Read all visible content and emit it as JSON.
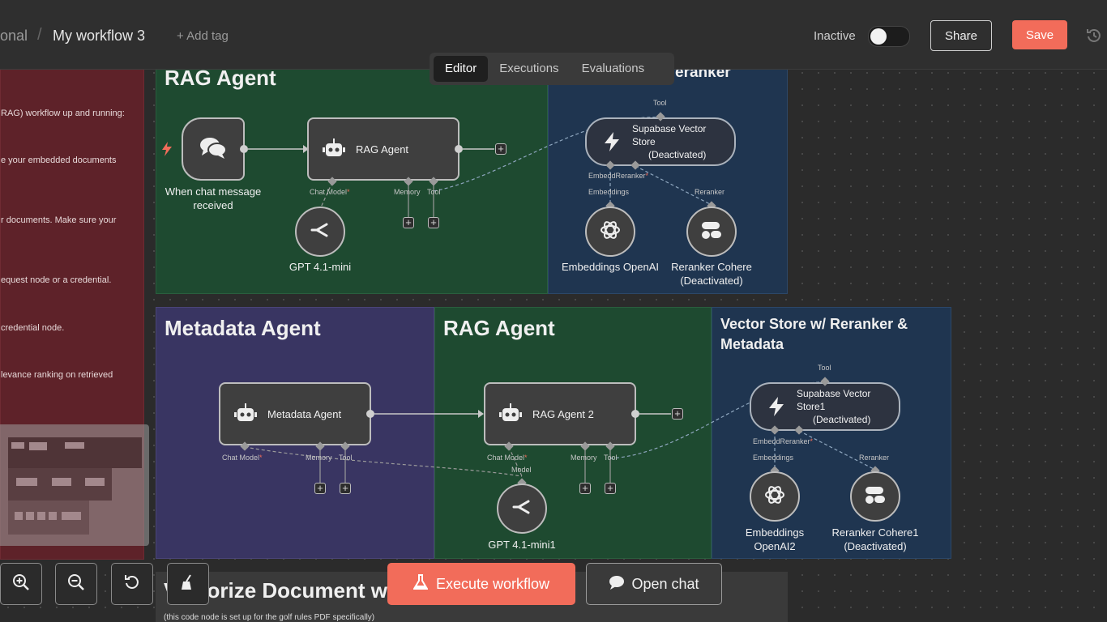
{
  "header": {
    "project_fragment": "onal",
    "workflow_name": "My workflow 3",
    "add_tag": "+ Add tag",
    "status_label": "Inactive",
    "share": "Share",
    "save": "Save"
  },
  "tabs": [
    "Editor",
    "Executions",
    "Evaluations"
  ],
  "note": {
    "lines": [
      "RAG) workflow up and running:",
      "e your embedded documents",
      "r documents. Make sure your",
      "equest node or a credential.",
      "credential node.",
      "levance ranking on retrieved"
    ]
  },
  "sections": {
    "rag_agent_top": "RAG Agent",
    "reranker_top_fragment": "eranker",
    "metadata_agent": "Metadata Agent",
    "rag_agent_mid": "RAG Agent",
    "vector_store_meta": "Vector Store w/ Reranker & Metadata",
    "vectorize": "Vectorize Document w",
    "vectorize_note": "(this code node is set up for the golf rules PDF specifically)"
  },
  "nodes": {
    "chat_trigger": "When chat message received",
    "rag_agent": "RAG Agent",
    "gpt1": "GPT 4.1-mini",
    "supabase1_a": "Supabase Vector",
    "supabase1_b": "Store",
    "supabase1_c": "(Deactivated)",
    "embeddings1": "Embeddings OpenAI",
    "reranker1_a": "Reranker Cohere",
    "reranker1_b": "(Deactivated)",
    "metadata_agent": "Metadata Agent",
    "rag_agent2": "RAG Agent 2",
    "gpt2": "GPT 4.1-mini1",
    "supabase2_a": "Supabase Vector",
    "supabase2_b": "Store1",
    "supabase2_c": "(Deactivated)",
    "embeddings2_a": "Embeddings",
    "embeddings2_b": "OpenAI2",
    "reranker2_a": "Reranker Cohere1",
    "reranker2_b": "(Deactivated)"
  },
  "ports": {
    "chat_model": "Chat Model",
    "memory": "Memory",
    "tool": "Tool",
    "embedd": "Embedd",
    "reranker": "Reranker",
    "embeddings": "Embeddings",
    "model": "Model"
  },
  "actions": {
    "execute": "Execute workflow",
    "open_chat": "Open chat"
  },
  "colors": {
    "accent": "#f26c5a",
    "rag_panel": "#1e4a30",
    "vector_panel": "#1f3550",
    "metadata_panel": "#393562",
    "note_panel": "#5e2229"
  }
}
